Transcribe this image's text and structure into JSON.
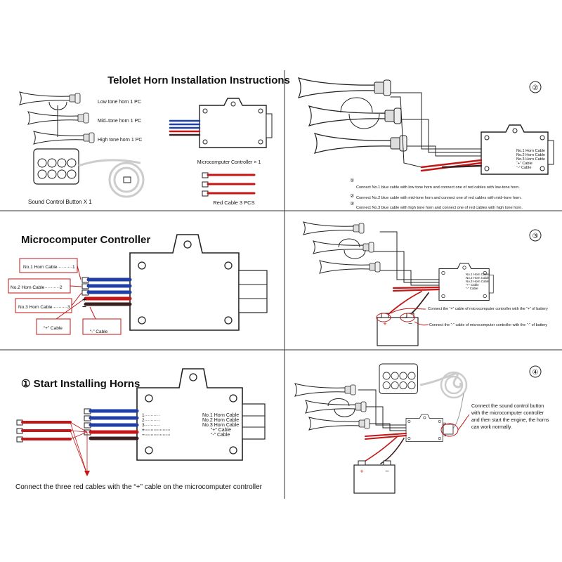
{
  "panel1": {
    "title": "Telolet Horn Installation Instructions",
    "horn_low": "Low tone horn 1 PC",
    "horn_mid": "Mid–tone horn 1 PC",
    "horn_high": "High tone horn 1 PC",
    "controller_caption": "Microcomputer Controller × 1",
    "button_caption": "Sound Control Button  X 1",
    "redcable_caption": "Red Cable 3 PCS"
  },
  "panel2": {
    "number": "②",
    "ctrl_labels": [
      "No.1 Horn Cable",
      "No.2 Horn Cable",
      "No.3 Horn Cable",
      "“+” Cable",
      "“-” Cable"
    ],
    "steps": [
      {
        "num": "①",
        "text": "Connect No.1 blue cable with low tone horn and connect one of red cables with low-tone horn."
      },
      {
        "num": "②",
        "text": "Connect No.2 blue cable with mid-tone horn and connect one of red cables with mid–tone horn."
      },
      {
        "num": "③",
        "text": "Connect No.3 blue cable with high tone horn and connect one of red cables with high tone horn."
      }
    ]
  },
  "panel3": {
    "title": "Microcomputer Controller",
    "callouts": [
      "No.1 Horn Cable··········1",
      "No.2 Horn Cable··········2",
      "No.3 Horn Cable··········3",
      "“+” Cable",
      "“-” Cable"
    ],
    "plus": "+",
    "minus": "−"
  },
  "panel4": {
    "number": "③",
    "ctrl_labels": [
      "No.1 Horn Cable",
      "No.2 Horn Cable",
      "No.3 Horn Cable",
      "“+” Cable",
      "“-” Cable"
    ],
    "note_plus": "Connect the “+” cable of microcomputer controller with the “+” of battery",
    "note_minus": "Connect the “-” cable of microcomputer controller with the “-” of battery"
  },
  "panel5": {
    "title": "① Start Installing Horns",
    "rows": [
      "1··········",
      "2··········",
      "3··········",
      "+·················",
      "−·················"
    ],
    "labels": [
      "No.1 Horn Cable",
      "No.2 Horn Cable",
      "No.3 Horn Cable",
      "“+” Cable",
      "“-” Cable"
    ],
    "caption": "Connect the three red cables with the “+” cable on the microcomputer controller"
  },
  "panel6": {
    "number": "④",
    "note": [
      "Connect the sound control button",
      "with the microcomputer controller",
      "and then start the engine, the horns",
      "can work normally."
    ]
  },
  "colors": {
    "blue": "#1f3fa6",
    "red": "#c41616",
    "dark": "#3b2020",
    "line": "#222222"
  }
}
